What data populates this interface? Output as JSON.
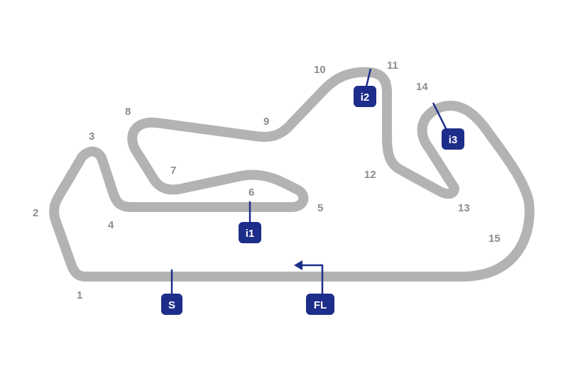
{
  "track": {
    "color": "#b3b3b3",
    "turns": [
      "1",
      "2",
      "3",
      "4",
      "5",
      "6",
      "7",
      "8",
      "9",
      "10",
      "11",
      "12",
      "13",
      "14",
      "15"
    ]
  },
  "markers": {
    "start": "S",
    "finish_line": "FL",
    "intermediate_1": "i1",
    "intermediate_2": "i2",
    "intermediate_3": "i3"
  },
  "colors": {
    "marker_fill": "#1d2d8a",
    "marker_text": "#ffffff",
    "turn_label": "#8c8c8c"
  },
  "icons": {
    "direction": "arrow-left-icon"
  }
}
